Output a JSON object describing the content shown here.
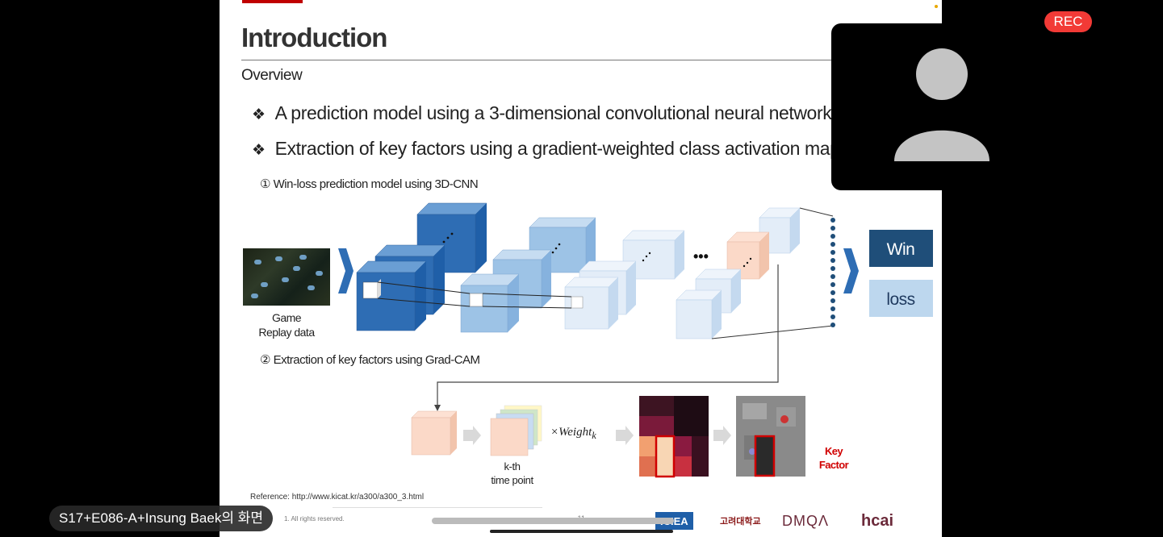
{
  "slide": {
    "title": "Introduction",
    "subtitle": "Overview",
    "bullets": [
      "A prediction model using a 3-dimensional convolutional neural network",
      "Extraction of key factors using a gradient-weighted class activation map"
    ],
    "bullet_mark": "❖",
    "steps": [
      "① Win-loss prediction model using 3D-CNN",
      "② Extraction of key factors using Grad-CAM"
    ],
    "replay_caption_line1": "Game",
    "replay_caption_line2": "Replay data",
    "ellipsis": "•••",
    "output_win": "Win",
    "output_loss": "loss",
    "weight_label": "×Weight",
    "weight_subscript": "k",
    "kth_line1": "k-th",
    "kth_line2": "time point",
    "key_factor_line1": "Key",
    "key_factor_line2": "Factor",
    "reference": "Reference: http://www.kicat.kr/a300/a300_3.html",
    "rights": "1.  All rights reserved.",
    "page_number": "- 11 -",
    "logos": {
      "iciea": "ICIEA",
      "korea": "고려대학교",
      "dmqa": "DMQΛ",
      "hcai": "hcai"
    }
  },
  "colors": {
    "slide_accent": "#c00000",
    "cnn_dark": "#2e6db4",
    "cnn_mid": "#9dc3e6",
    "cnn_light": "#dbe8f6",
    "win_box": "#1f4e79",
    "loss_box": "#bdd7ee",
    "key_factor": "#d00000",
    "rec_badge": "#f23a36"
  },
  "meeting": {
    "rec_label": "REC",
    "screen_share_label": "S17+E086-A+Insung Baek의 화면"
  }
}
